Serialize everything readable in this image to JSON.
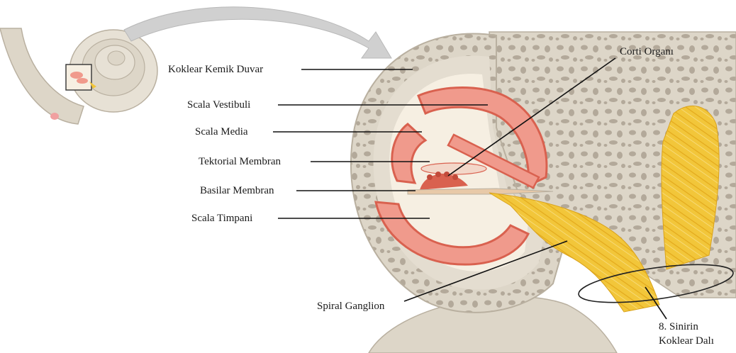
{
  "labels": {
    "corti": "Corti Organı",
    "bony_wall": "Koklear Kemik Duvar",
    "vestibuli": "Scala Vestibuli",
    "media": "Scala Media",
    "tectorial": "Tektorial Membran",
    "basilar": "Basilar Membran",
    "timpani": "Scala Timpani",
    "ganglion": "Spiral Ganglion",
    "nerve_line1": "8. Sinirin",
    "nerve_line2": "Koklear Dalı"
  },
  "colors": {
    "bone": "#ddd6c8",
    "bone_dark": "#b9b0a0",
    "duct": "#f09a8c",
    "duct_dark": "#d9614f",
    "nerve": "#f2c63a",
    "cream": "#f6efe2",
    "arrow": "#c9c9c9"
  }
}
